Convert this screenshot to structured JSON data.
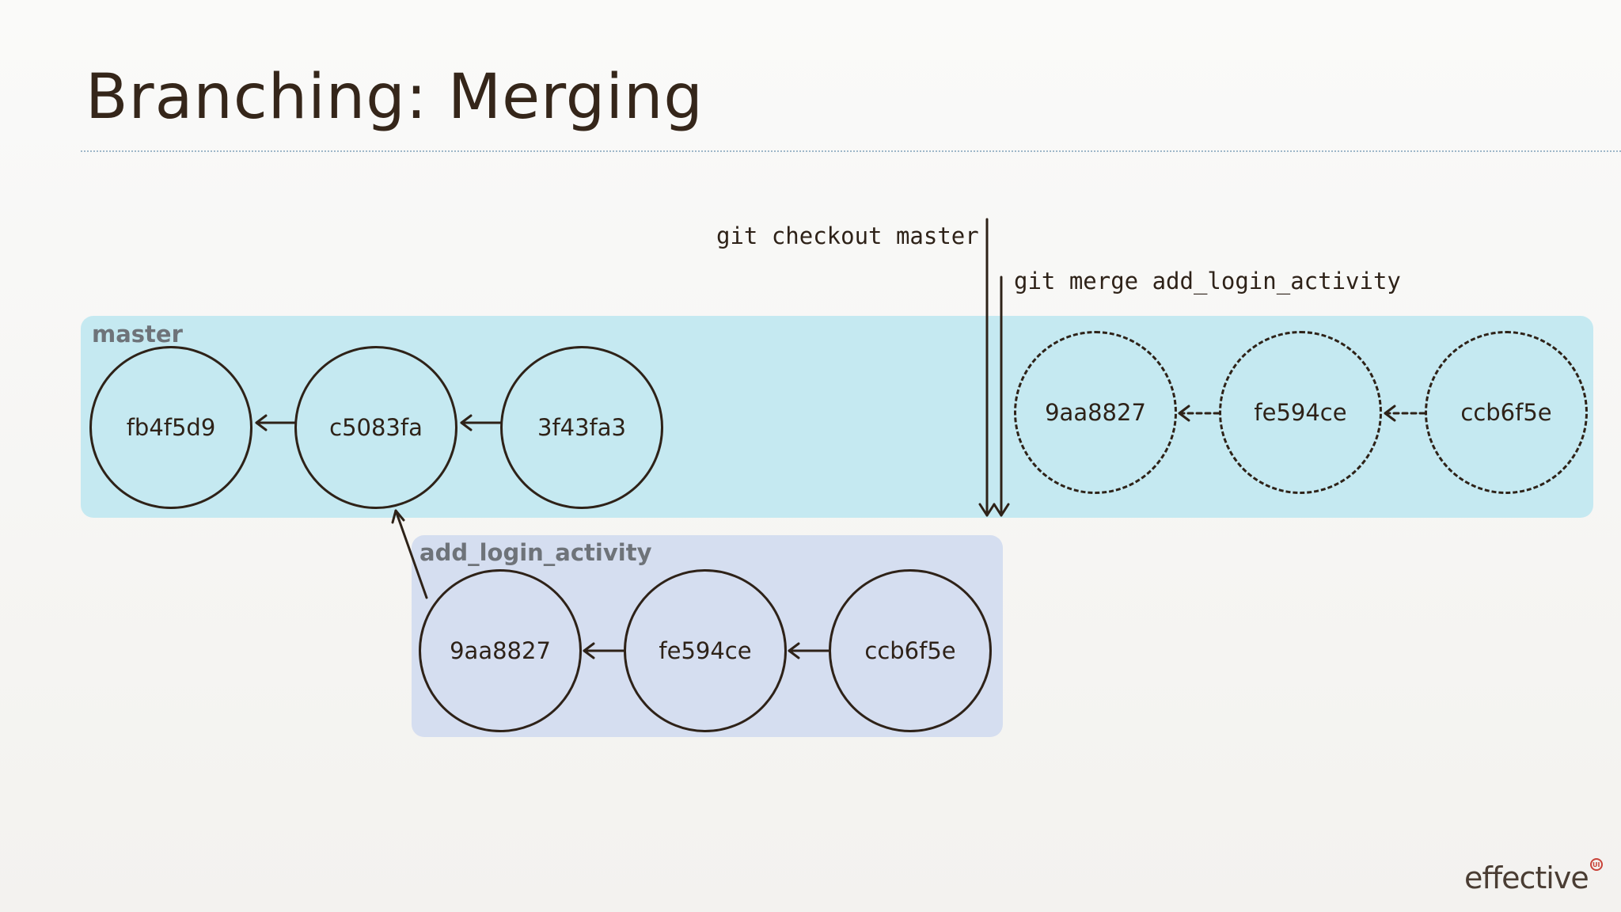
{
  "slide": {
    "title": "Branching: Merging"
  },
  "commands": {
    "checkout": "git checkout master",
    "merge": "git merge add_login_activity"
  },
  "branches": {
    "master": {
      "label": "master",
      "commits": [
        "fb4f5d9",
        "c5083fa",
        "3f43fa3"
      ],
      "merged_commits": [
        "9aa8827",
        "fe594ce",
        "ccb6f5e"
      ]
    },
    "add_login_activity": {
      "label": "add_login_activity",
      "commits": [
        "9aa8827",
        "fe594ce",
        "ccb6f5e"
      ]
    }
  },
  "colors": {
    "master_region": "#c5e9f1",
    "branch_region": "#d5def0",
    "stroke": "#2e2218",
    "brand_accent": "#c9443a"
  },
  "logo": {
    "word": "effective",
    "mark": "UI"
  }
}
